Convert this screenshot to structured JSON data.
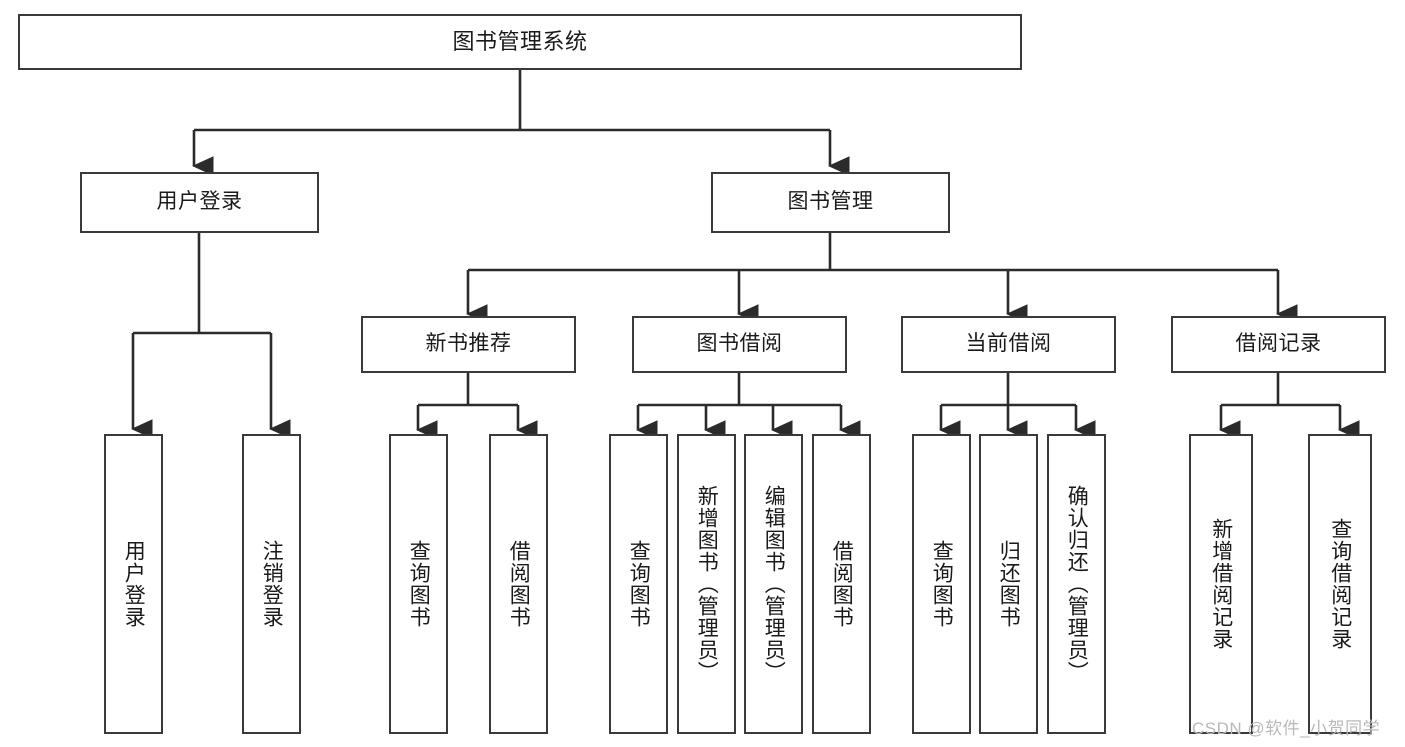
{
  "diagram": {
    "title": "图书管理系统",
    "type": "tree-hierarchy",
    "watermark": "CSDN @软件_小贺同学",
    "colors": {
      "border": "#3a3a3a",
      "fill": "#ffffff",
      "text": "#1a1a1a",
      "connector": "#2b2b2b",
      "watermark": "#b9b9b9"
    },
    "nodes": {
      "root": {
        "label": "图书管理系统"
      },
      "level2": [
        {
          "id": "user-login",
          "label": "用户登录"
        },
        {
          "id": "book-manage",
          "label": "图书管理"
        }
      ],
      "level3": [
        {
          "id": "new-book-recommend",
          "label": "新书推荐"
        },
        {
          "id": "book-borrow",
          "label": "图书借阅"
        },
        {
          "id": "current-borrow",
          "label": "当前借阅"
        },
        {
          "id": "borrow-record",
          "label": "借阅记录"
        }
      ],
      "leaves": {
        "user-login": [
          {
            "id": "leaf-user-login",
            "label": "用户登录"
          },
          {
            "id": "leaf-logout",
            "label": "注销登录"
          }
        ],
        "new-book-recommend": [
          {
            "id": "leaf-query-book-1",
            "label": "查询图书"
          },
          {
            "id": "leaf-borrow-book-1",
            "label": "借阅图书"
          }
        ],
        "book-borrow": [
          {
            "id": "leaf-query-book-2",
            "label": "查询图书"
          },
          {
            "id": "leaf-add-book",
            "label": "新增图书（管理员）"
          },
          {
            "id": "leaf-edit-book",
            "label": "编辑图书（管理员）"
          },
          {
            "id": "leaf-borrow-book-2",
            "label": "借阅图书"
          }
        ],
        "current-borrow": [
          {
            "id": "leaf-query-book-3",
            "label": "查询图书"
          },
          {
            "id": "leaf-return-book",
            "label": "归还图书"
          },
          {
            "id": "leaf-confirm-return",
            "label": "确认归还（管理员）"
          }
        ],
        "borrow-record": [
          {
            "id": "leaf-add-record",
            "label": "新增借阅记录"
          },
          {
            "id": "leaf-query-record",
            "label": "查询借阅记录"
          }
        ]
      }
    }
  }
}
